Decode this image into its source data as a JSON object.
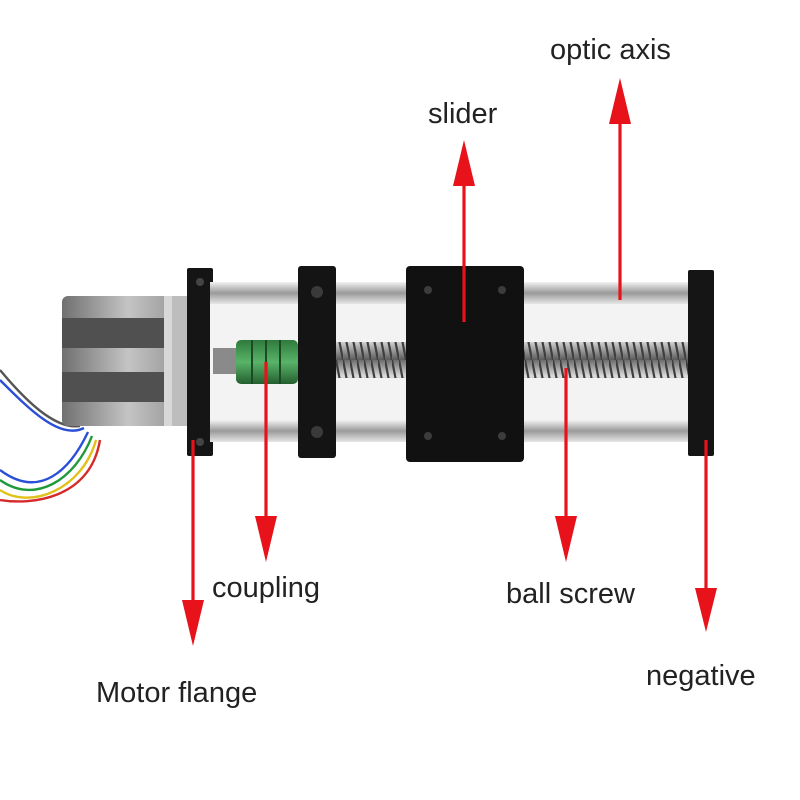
{
  "colors": {
    "arrow": "#e8121b",
    "label_text": "#222222",
    "background": "#ffffff"
  },
  "labels": {
    "optic_axis": "optic axis",
    "slider": "slider",
    "coupling": "coupling",
    "ball_screw": "ball screw",
    "negative": "negative",
    "motor_flange": "Motor flange"
  }
}
